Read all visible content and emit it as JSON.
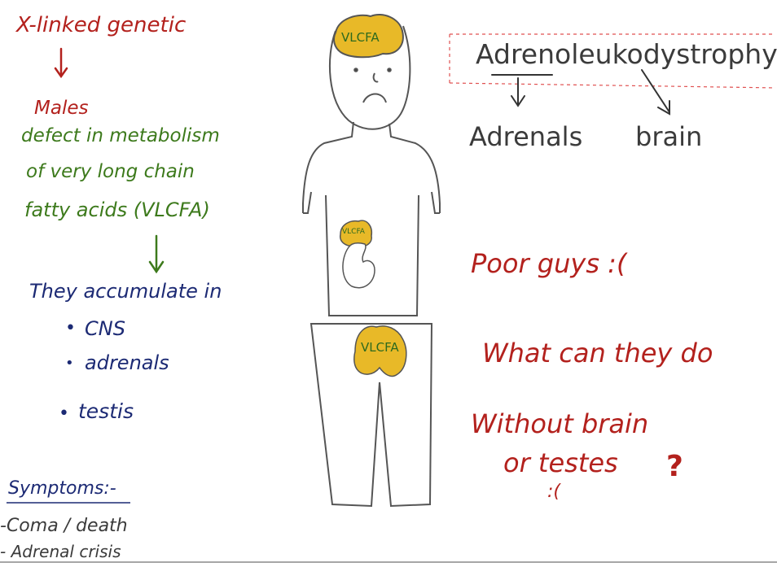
{
  "left_notes": {
    "title": "X-linked genetic",
    "males": "Males",
    "defect_line1": "defect in metabolism",
    "defect_line2": "of very long chain",
    "defect_line3": "fatty acids (VLCFA)",
    "accumulate": "They accumulate in",
    "sites": [
      "CNS",
      "adrenals",
      "testis"
    ]
  },
  "symptoms": {
    "heading": "Symptoms:-",
    "items": [
      "-Coma / death",
      "- Adrenal crisis"
    ]
  },
  "right_notes": {
    "term": "Adrenoleukodystrophy",
    "term_part_adrenals": "Adrenals",
    "term_part_brain": "brain",
    "comment1": "Poor guys :(",
    "comment2": "What can they do",
    "comment3_line1": "Without brain",
    "comment3_line2": "or testes",
    "comment3_mark": "?",
    "comment3_face": ":("
  },
  "figure": {
    "brain_label": "VLCFA",
    "adrenal_label": "VLCFA",
    "testes_label": "VLCFA"
  },
  "colors": {
    "red": "#b3211d",
    "green": "#3d7a1c",
    "navy": "#1c2a74",
    "organ_fill": "#e8b928",
    "line": "#555555"
  }
}
